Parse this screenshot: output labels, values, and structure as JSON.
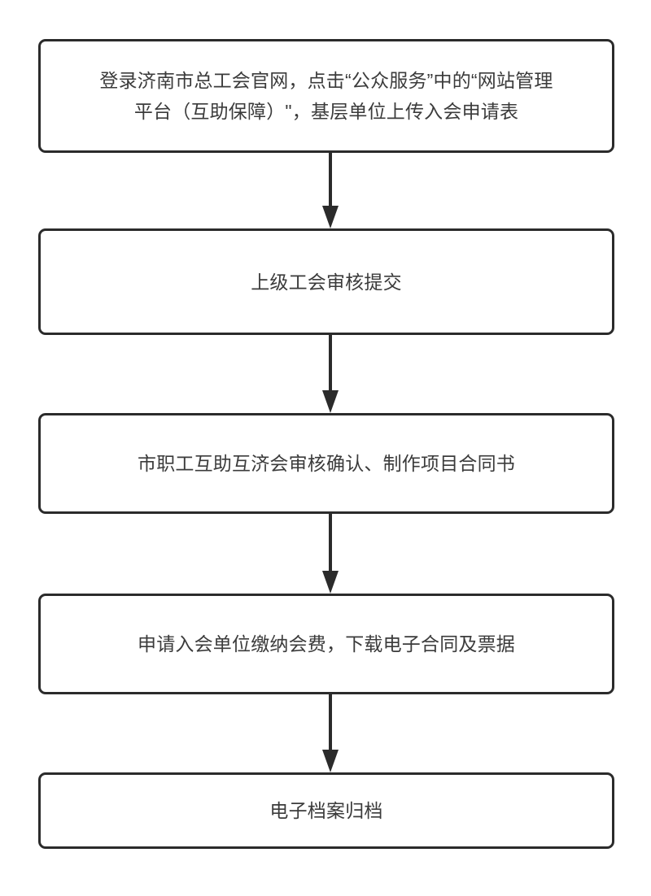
{
  "diagram": {
    "type": "flowchart",
    "orientation": "vertical-top-to-bottom",
    "title": "",
    "background_color": "#ffffff",
    "box_border_color": "#2b2b2b",
    "box_fill_color": "#ffffff",
    "text_color": "#3b3b3b",
    "arrow_color": "#2b2b2b",
    "nodes": [
      {
        "id": "step-1",
        "label": "登录济南市总工会官网，点击“公众服务”中的“网站管理\n平台（互助保障）\"，基层单位上传入会申请表"
      },
      {
        "id": "step-2",
        "label": "上级工会审核提交"
      },
      {
        "id": "step-3",
        "label": "市职工互助互济会审核确认、制作项目合同书"
      },
      {
        "id": "step-4",
        "label": "申请入会单位缴纳会费，下载电子合同及票据"
      },
      {
        "id": "step-5",
        "label": "电子档案归档"
      }
    ],
    "connectors": [
      {
        "id": "arrow-1",
        "from": "step-1",
        "to": "step-2",
        "icon": "down-arrow-icon"
      },
      {
        "id": "arrow-2",
        "from": "step-2",
        "to": "step-3",
        "icon": "down-arrow-icon"
      },
      {
        "id": "arrow-3",
        "from": "step-3",
        "to": "step-4",
        "icon": "down-arrow-icon"
      },
      {
        "id": "arrow-4",
        "from": "step-4",
        "to": "step-5",
        "icon": "down-arrow-icon"
      }
    ]
  }
}
